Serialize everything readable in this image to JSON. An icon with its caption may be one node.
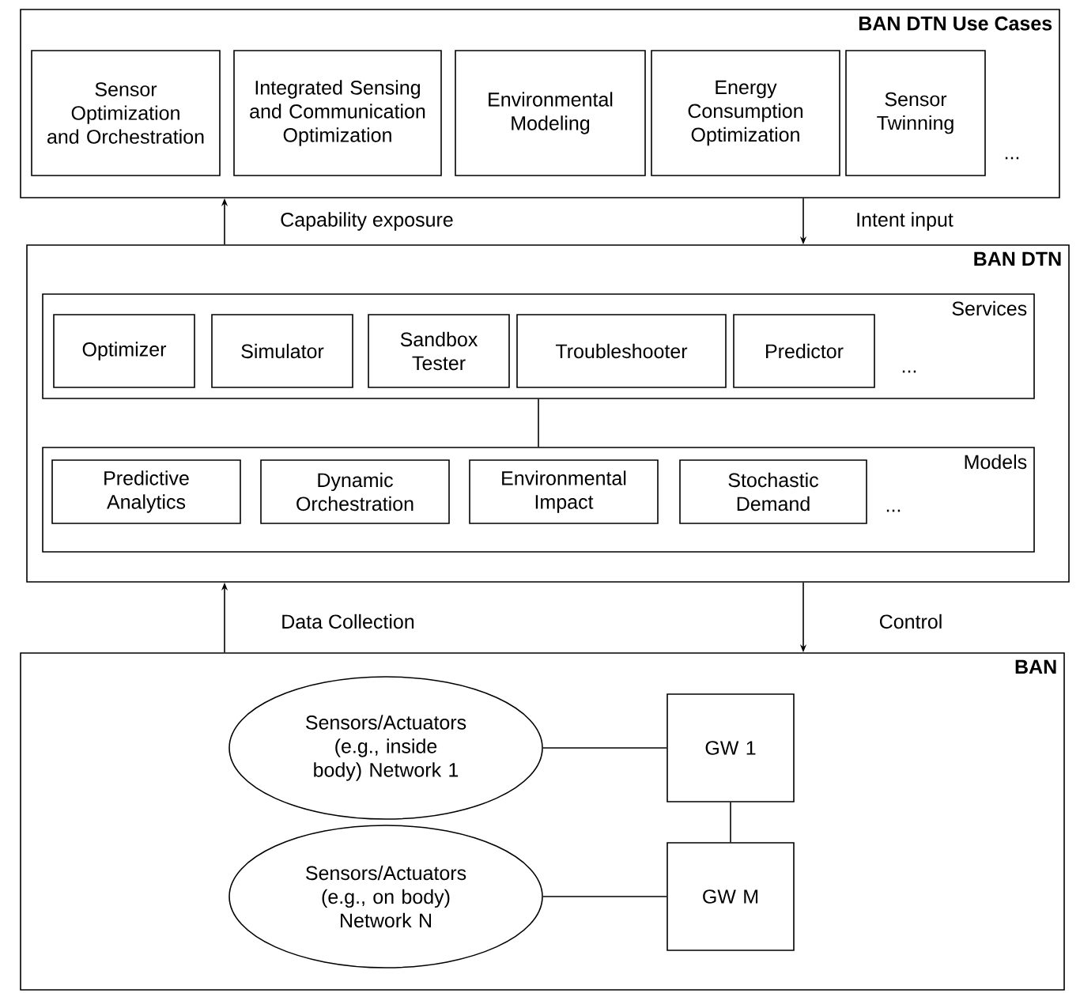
{
  "diagram": {
    "nodes": [
      {
        "text": [
          "BAN DTN Use Cases"
        ]
      },
      {
        "text": [
          "Sensor Optimization and Orchestration"
        ],
        "in": 0
      },
      {
        "text": [
          "Integrated Sensing and Communication Optimization"
        ],
        "in": 0
      },
      {
        "text": [
          "Environmental Modeling"
        ],
        "in": 0
      },
      {
        "text": [
          "Energy Consumption Optimization"
        ],
        "in": 0
      },
      {
        "text": [
          "Sensor Twinning"
        ],
        "in": 0
      },
      {
        "text": [
          "BAN DTN"
        ]
      },
      {
        "text": [
          "Services"
        ],
        "in": 6
      },
      {
        "text": [
          "Optimizer"
        ],
        "in": 7
      },
      {
        "text": [
          "Simulator"
        ],
        "in": 7
      },
      {
        "text": [
          "Sandbox Tester"
        ],
        "in": 7
      },
      {
        "text": [
          "Troubleshooter"
        ],
        "in": 7
      },
      {
        "text": [
          "Predictor"
        ],
        "in": 7
      },
      {
        "text": [
          "Models"
        ],
        "in": 6
      },
      {
        "text": [
          "Predictive Analytics"
        ],
        "in": 13
      },
      {
        "text": [
          "Dynamic Orchestration"
        ],
        "in": 13
      },
      {
        "text": [
          "Environmental Impact"
        ],
        "in": 13
      },
      {
        "text": [
          "Stochastic Demand"
        ],
        "in": 13
      },
      {
        "text": [
          "BAN"
        ]
      },
      {
        "text": [
          "Sensors/Actuators (e.g., inside body) Network 1"
        ],
        "in": 18
      },
      {
        "text": [
          "GW 1"
        ],
        "in": 18
      },
      {
        "text": [
          "Sensors/Actuators (e.g., on body) Network N"
        ],
        "in": 18
      },
      {
        "text": [
          "GW M"
        ],
        "in": 18
      }
    ],
    "edges": [
      {
        "from": 6,
        "to": 0,
        "arrow": "to",
        "label": "Capability exposure"
      },
      {
        "from": 0,
        "to": 6,
        "arrow": "to",
        "label": "Intent input"
      },
      {
        "from": 7,
        "to": 13,
        "arrow": "none"
      },
      {
        "from": 18,
        "to": 6,
        "arrow": "to",
        "label": "Data Collection"
      },
      {
        "from": 6,
        "to": 18,
        "arrow": "to",
        "label": "Control"
      },
      {
        "from": 19,
        "to": 20,
        "arrow": "none"
      },
      {
        "from": 20,
        "to": 22,
        "arrow": "none"
      },
      {
        "from": 21,
        "to": 22,
        "arrow": "none"
      }
    ],
    "labels": [
      "...",
      "...",
      "..."
    ]
  }
}
